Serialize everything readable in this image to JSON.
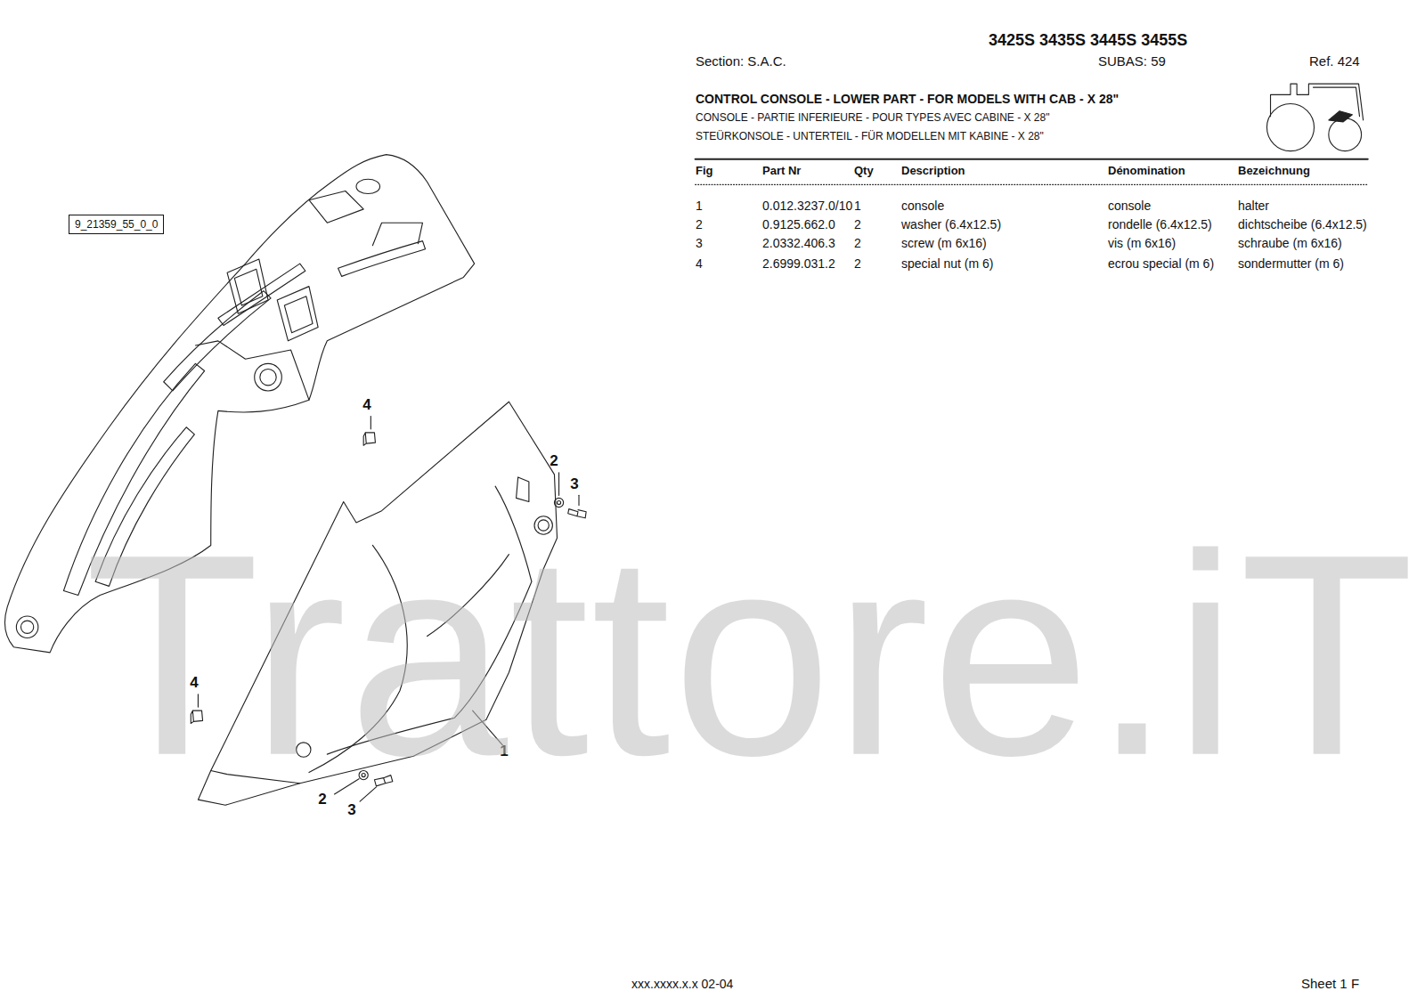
{
  "diagram": {
    "title": "3425S 3435S 3445S 3455S",
    "nodes": [
      {
        "text": [
          "9_21359_55_0_0"
        ]
      }
    ],
    "labels": [
      "Section: S.A.C.",
      "SUBAS: 59",
      "Ref. 424",
      "CONTROL CONSOLE - LOWER PART - FOR MODELS WITH CAB - X 28\"",
      "CONSOLE - PARTIE INFERIEURE - POUR TYPES AVEC CABINE - X 28\"",
      "STEÜRKONSOLE - UNTERTEIL - FÜR MODELLEN MIT KABINE - X 28\"",
      "Fig",
      "Part Nr",
      "Qty",
      "Description",
      "Dénomination",
      "Bezeichnung",
      "1",
      "0.012.3237.0/10",
      "1",
      "console",
      "console",
      "halter",
      "2",
      "0.9125.662.0",
      "2",
      "washer (6.4x12.5)",
      "rondelle (6.4x12.5)",
      "dichtscheibe (6.4x12.5)",
      "3",
      "2.0332.406.3",
      "2",
      "screw (m 6x16)",
      "vis (m 6x16)",
      "schraube (m 6x16)",
      "4",
      "2.6999.031.2",
      "2",
      "special nut (m 6)",
      "ecrou special (m 6)",
      "sondermutter (m 6)",
      "4",
      "2",
      "3",
      "4",
      "1",
      "2",
      "3",
      "Trattore.iT",
      "xxx.xxxx.x.x 02-04",
      "Sheet 1 F"
    ]
  }
}
